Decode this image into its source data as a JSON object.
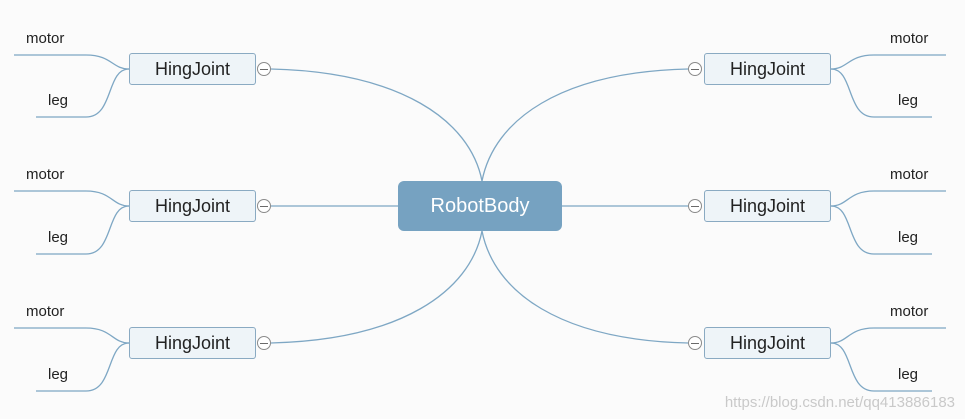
{
  "root": {
    "label": "RobotBody"
  },
  "joints": [
    {
      "label": "HingJoint",
      "leaves": [
        "motor",
        "leg"
      ]
    },
    {
      "label": "HingJoint",
      "leaves": [
        "motor",
        "leg"
      ]
    },
    {
      "label": "HingJoint",
      "leaves": [
        "motor",
        "leg"
      ]
    },
    {
      "label": "HingJoint",
      "leaves": [
        "motor",
        "leg"
      ]
    },
    {
      "label": "HingJoint",
      "leaves": [
        "motor",
        "leg"
      ]
    },
    {
      "label": "HingJoint",
      "leaves": [
        "motor",
        "leg"
      ]
    }
  ],
  "watermark": "https://blog.csdn.net/qq413886183",
  "colors": {
    "root_fill": "#76a2c1",
    "joint_fill": "#eef4f8",
    "joint_border": "#8aaac2",
    "connector": "#7ea7c4"
  }
}
